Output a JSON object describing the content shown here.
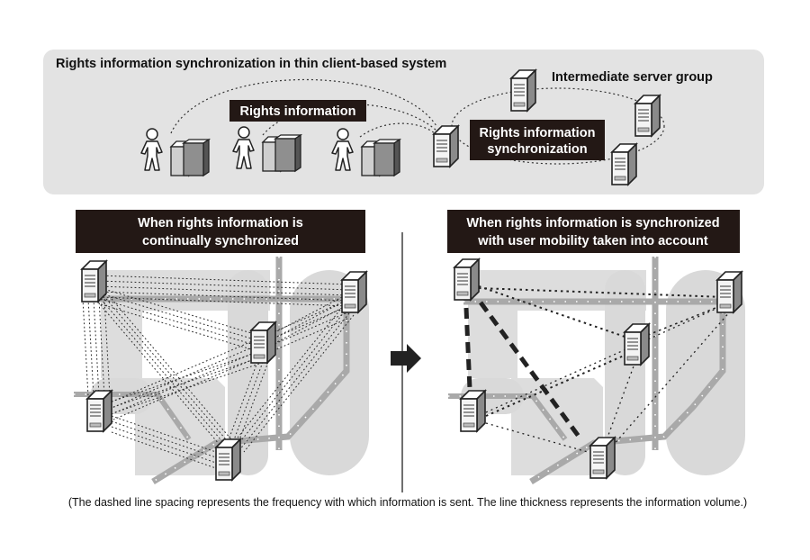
{
  "top_panel": {
    "title": "Rights information synchronization in thin client-based system",
    "server_group_label": "Intermediate server group",
    "rights_info_label": "Rights information",
    "sync_label_line1": "Rights information",
    "sync_label_line2": "synchronization"
  },
  "left_panel": {
    "title_line1": "When rights information is",
    "title_line2": "continually synchronized"
  },
  "right_panel": {
    "title_line1": "When rights information is synchronized",
    "title_line2": "with user mobility taken into account"
  },
  "caption": "(The dashed line spacing represents the frequency with which information is sent. The line thickness represents the information volume.)",
  "icons": [
    "person-icon",
    "gate-icon",
    "server-icon",
    "arrow-right-icon"
  ],
  "colors": {
    "panel_bg": "#e3e3e3",
    "label_bg": "#231815",
    "label_text": "#ffffff",
    "map_shape": "#d9d9d9",
    "track": "#a9a9a9"
  }
}
